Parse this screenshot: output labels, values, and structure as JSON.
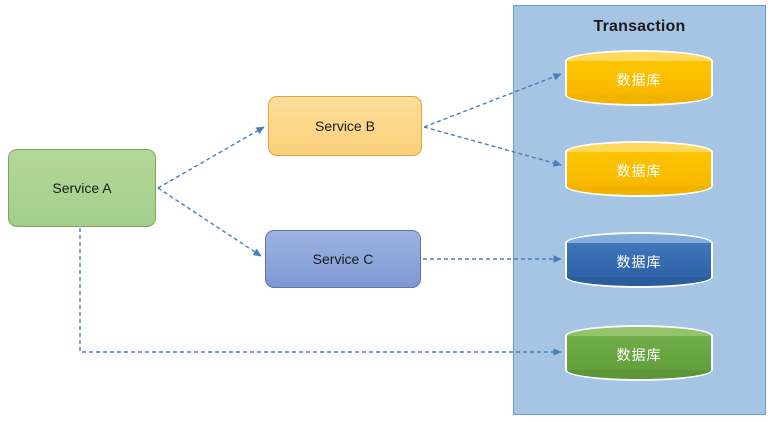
{
  "diagram": {
    "title": "Transaction",
    "panel": {
      "label": "Transaction",
      "fill": "#A6C4E4",
      "border": "#6E9BD1"
    },
    "services": [
      {
        "id": "service-a",
        "label": "Service A",
        "fill": "#A9D18E",
        "border": "#79A85C"
      },
      {
        "id": "service-b",
        "label": "Service B",
        "fill": "#FCD98C",
        "border": "#E3A23C"
      },
      {
        "id": "service-c",
        "label": "Service C",
        "fill": "#8FA8DC",
        "border": "#5C75B5"
      }
    ],
    "databases": [
      {
        "id": "database-1",
        "label": "数据库",
        "color": "#FDC500",
        "variant": "amber"
      },
      {
        "id": "database-2",
        "label": "数据库",
        "color": "#FDC500",
        "variant": "amber"
      },
      {
        "id": "database-3",
        "label": "数据库",
        "color": "#3E76BC",
        "variant": "blue"
      },
      {
        "id": "database-4",
        "label": "数据库",
        "color": "#70AC47",
        "variant": "green"
      }
    ],
    "edges": [
      {
        "id": "edge-a-b",
        "from": "service-a",
        "to": "service-b",
        "style": "dashed",
        "arrow": true
      },
      {
        "id": "edge-a-c",
        "from": "service-a",
        "to": "service-c",
        "style": "dashed",
        "arrow": true
      },
      {
        "id": "edge-b-db1",
        "from": "service-b",
        "to": "database-1",
        "style": "dashed",
        "arrow": true
      },
      {
        "id": "edge-b-db2",
        "from": "service-b",
        "to": "database-2",
        "style": "dashed",
        "arrow": true
      },
      {
        "id": "edge-c-db3",
        "from": "service-c",
        "to": "database-3",
        "style": "dashed",
        "arrow": true
      },
      {
        "id": "edge-a-db4",
        "from": "service-a",
        "to": "database-4",
        "style": "dashed",
        "arrow": true
      }
    ],
    "edge_color": "#4A7EBB"
  }
}
